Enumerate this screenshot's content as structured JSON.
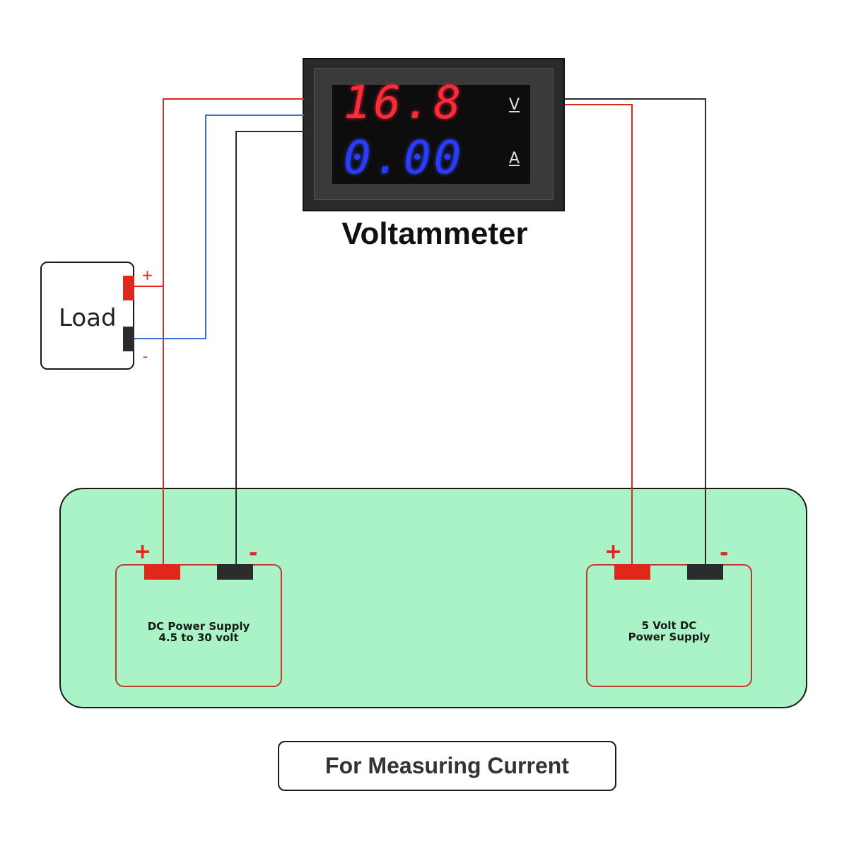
{
  "meter": {
    "voltage_reading": "16.8",
    "current_reading": "0.00",
    "voltage_unit": "V",
    "current_unit": "A",
    "title": "Voltammeter"
  },
  "load": {
    "label": "Load",
    "plus_sign": "+",
    "minus_sign": "-"
  },
  "supplies": {
    "left": {
      "line1": "DC Power Supply",
      "line2": "4.5 to 30 volt",
      "plus_sign": "+",
      "minus_sign": "-"
    },
    "right": {
      "line1": "5 Volt DC",
      "line2": "Power Supply",
      "plus_sign": "+",
      "minus_sign": "-"
    }
  },
  "caption": "For Measuring Current",
  "colors": {
    "panel_fill": "#a9f3c7",
    "wire_red": "#e0271c",
    "wire_blue": "#3a6fd8",
    "wire_black": "#2b2b2b",
    "voltage_digits": "#ff2a3a",
    "current_digits": "#2a3cff"
  }
}
